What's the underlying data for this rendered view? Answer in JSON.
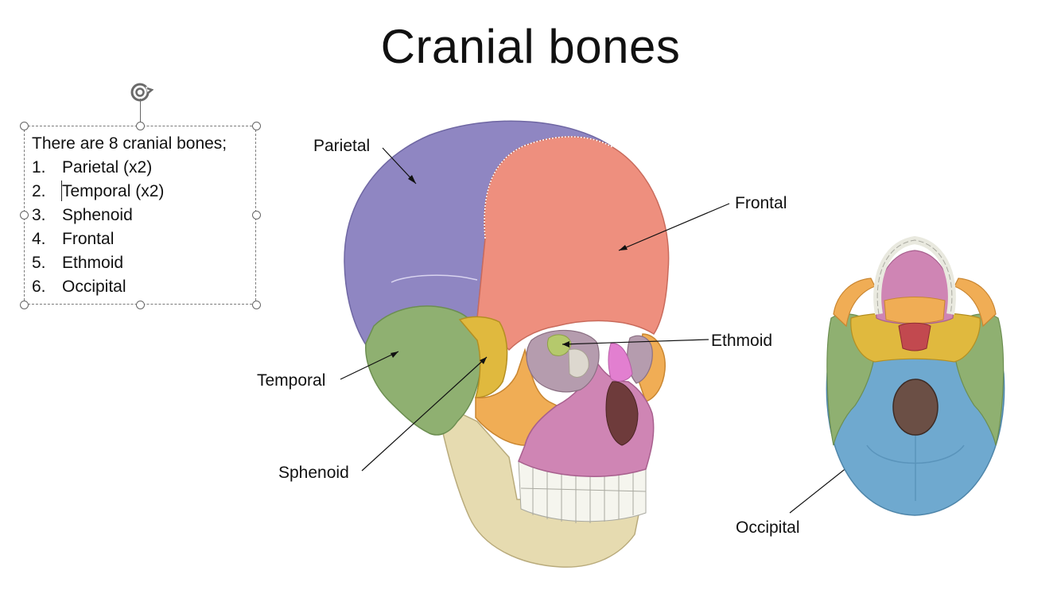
{
  "slide": {
    "title": "Cranial bones",
    "textbox": {
      "intro": "There are 8 cranial bones;",
      "items": [
        {
          "num": "1.",
          "text": "Parietal (x2)"
        },
        {
          "num": "2.",
          "text": "Temporal (x2)"
        },
        {
          "num": "3.",
          "text": "Sphenoid"
        },
        {
          "num": "4.",
          "text": "Frontal"
        },
        {
          "num": "5.",
          "text": "Ethmoid"
        },
        {
          "num": "6.",
          "text": "Occipital"
        }
      ]
    },
    "labels": {
      "parietal": "Parietal",
      "frontal": "Frontal",
      "ethmoid": "Ethmoid",
      "temporal": "Temporal",
      "sphenoid": "Sphenoid",
      "occipital": "Occipital"
    },
    "bone_colors": {
      "parietal": "#8f86c2",
      "frontal": "#ee8f7e",
      "temporal": "#8fb071",
      "sphenoid": "#e0b93e",
      "ethmoid": "#b5c96c",
      "occipital": "#6fa9cf",
      "zygomatic": "#f0ad55",
      "maxilla": "#cf85b4",
      "mandible": "#e6dbb0"
    }
  }
}
